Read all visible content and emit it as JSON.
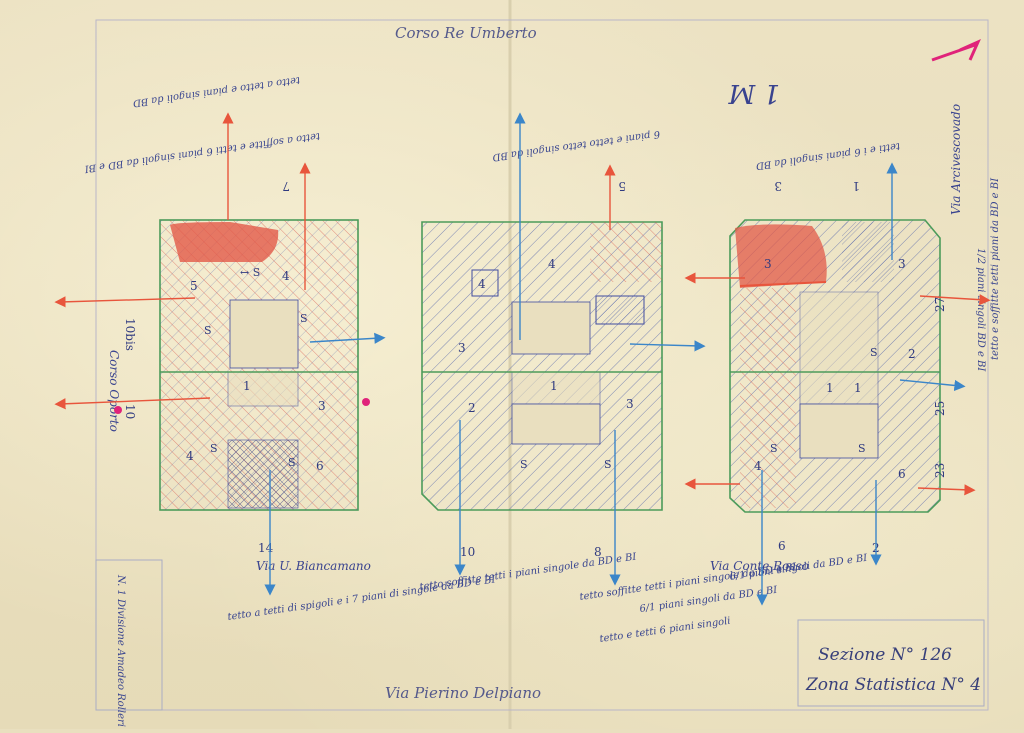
{
  "streets": {
    "top": "Corso Re Umberto",
    "bottom": "Via Pierino Delpiano",
    "left": "Corso Oporto",
    "middle_1": "Via U. Biancamano",
    "middle_2": "Via Conte Rosso",
    "right": "Via Arcivescovado"
  },
  "header_mark": "1 M",
  "civic_numbers": {
    "n14": "14",
    "n10": "10",
    "n8": "8",
    "n6": "6",
    "n2": "2",
    "n7": "7",
    "n5": "5",
    "n3": "3",
    "n1": "1",
    "n27": "27",
    "n25": "25",
    "n23": "23",
    "left_10bis": "10bis",
    "left_10": "10"
  },
  "notes": {
    "bottom_1": "tetto a tetti di spigoli e i 7 piani di singole da BD e BI",
    "bottom_2": "tetto soffitte tetti i piani singole da BD e BI",
    "bottom_3": "tetto soffitte tetti i piani singole da BD e BI",
    "bottom_4": "tetto e tetti 6 piani singoli",
    "bottom_5": "6/1 piani singoli da BD e BI",
    "bottom_6": "6/1 piani singoli da BD e BI",
    "signature": "N. 1 Divisione Amadeo Rolleri",
    "right_1": "1/2 piani singoli BD e BI",
    "right_2": "tetto e soffitte tetti piani da BD e BI",
    "top_1": "tetto a tetto e piani singoli da BD",
    "top_2": "tetto a soffitte e tetti 6 piani singoli da BD e BI",
    "top_3": "6 piani e tetto tetto singoli da BD",
    "top_4": "tetti e i 6 piani singoli da BD"
  },
  "section_box": {
    "sezione": "Sezione N° 126",
    "zona": "Zona Statistica N° 4"
  },
  "colors": {
    "paper": "#e9dfbf",
    "ink_blue": "#3f4ba0",
    "green_outline": "#4c9b5a",
    "red_shade": "#e25a48",
    "arrow_red": "#e8553c",
    "arrow_blue": "#3b86c9",
    "magenta": "#e0237a"
  }
}
